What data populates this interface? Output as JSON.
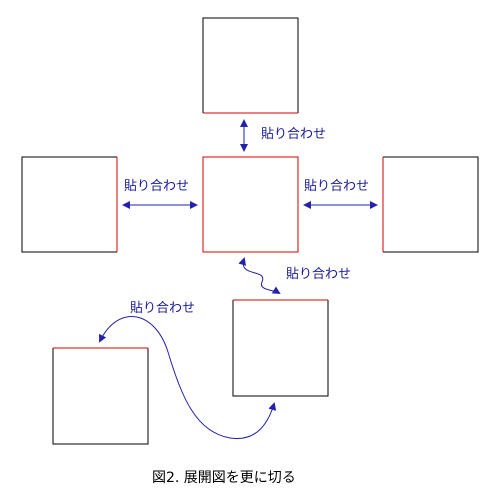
{
  "colors": {
    "background": "#ffffff",
    "edge_default": "#000000",
    "edge_glued": "#d40000",
    "arrow": "#2222aa",
    "label": "#1a1a99",
    "caption": "#000000"
  },
  "diagram": {
    "faces": [
      {
        "id": "top",
        "name": "face-top"
      },
      {
        "id": "left",
        "name": "face-left"
      },
      {
        "id": "center",
        "name": "face-center"
      },
      {
        "id": "right",
        "name": "face-right"
      },
      {
        "id": "lower",
        "name": "face-lower"
      },
      {
        "id": "bottom-left",
        "name": "face-bottom-left"
      }
    ],
    "labels": {
      "top_center": "貼り合わせ",
      "left_center": "貼り合わせ",
      "center_right": "貼り合わせ",
      "center_lower": "貼り合わせ",
      "bottomleft_lower": "貼り合わせ"
    },
    "caption": "図2. 展開図を更に切る"
  }
}
